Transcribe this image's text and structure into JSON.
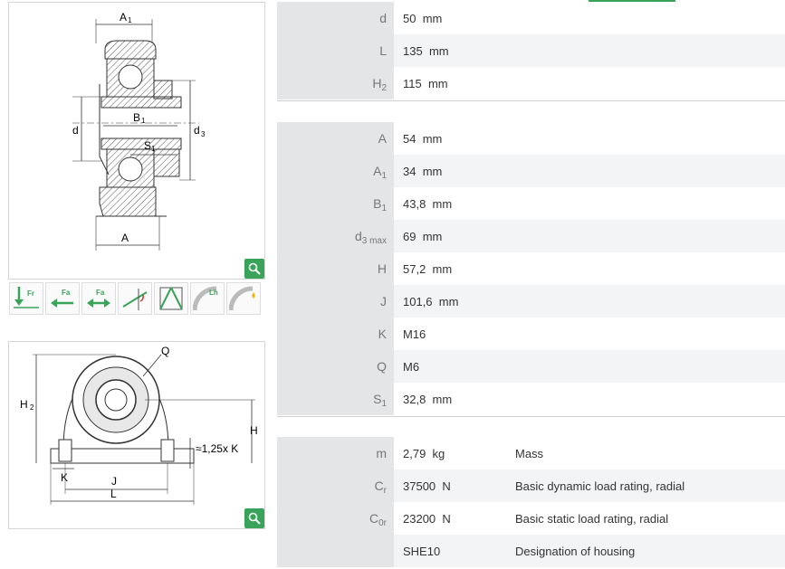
{
  "drawing1": {
    "labels": {
      "a1": "A",
      "a1_sub": "1",
      "b1": "B",
      "b1_sub": "1",
      "s1": "S",
      "s1_sub": "1",
      "d": "d",
      "d3": "d",
      "d3_sub": "3",
      "a": "A"
    }
  },
  "drawing2": {
    "labels": {
      "q": "Q",
      "h2": "H",
      "h2_sub": "2",
      "h": "H",
      "k_ratio": "≈1,25x K",
      "k": "K",
      "j": "J",
      "l": "L"
    }
  },
  "load_icons": [
    "Fr",
    "Fa",
    "Fa",
    "",
    "",
    "Lh",
    ""
  ],
  "group1": [
    {
      "sym": "d",
      "sub": "",
      "value": "50",
      "unit": "mm"
    },
    {
      "sym": "L",
      "sub": "",
      "value": "135",
      "unit": "mm"
    },
    {
      "sym": "H",
      "sub": "2",
      "value": "115",
      "unit": "mm"
    }
  ],
  "group2": [
    {
      "sym": "A",
      "sub": "",
      "value": "54",
      "unit": "mm"
    },
    {
      "sym": "A",
      "sub": "1",
      "value": "34",
      "unit": "mm"
    },
    {
      "sym": "B",
      "sub": "1",
      "value": "43,8",
      "unit": "mm"
    },
    {
      "sym": "d",
      "sub": "3 max",
      "value": "69",
      "unit": "mm"
    },
    {
      "sym": "H",
      "sub": "",
      "value": "57,2",
      "unit": "mm"
    },
    {
      "sym": "J",
      "sub": "",
      "value": "101,6",
      "unit": "mm"
    },
    {
      "sym": "K",
      "sub": "",
      "value": "M16",
      "unit": ""
    },
    {
      "sym": "Q",
      "sub": "",
      "value": "M6",
      "unit": ""
    },
    {
      "sym": "S",
      "sub": "1",
      "value": "32,8",
      "unit": "mm"
    }
  ],
  "group3": [
    {
      "sym": "m",
      "sub": "",
      "value": "2,79",
      "unit": "kg",
      "desc": "Mass"
    },
    {
      "sym": "C",
      "sub": "r",
      "value": "37500",
      "unit": "N",
      "desc": "Basic dynamic load rating, radial"
    },
    {
      "sym": "C",
      "sub": "0r",
      "value": "23200",
      "unit": "N",
      "desc": "Basic static load rating, radial"
    },
    {
      "sym": "",
      "sub": "",
      "value": "SHE10",
      "unit": "",
      "desc": "Designation of housing"
    }
  ],
  "colors": {
    "accent": "#3aa35a",
    "label_bg": "#e3e5e7",
    "alt_row": "#f2f4f5"
  }
}
